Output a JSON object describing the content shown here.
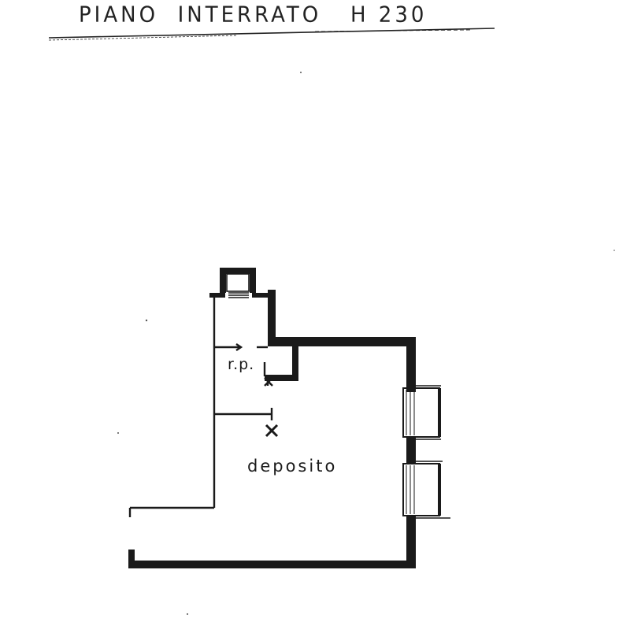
{
  "header": {
    "title": "PIANO  INTERRATO   H 230"
  },
  "plan": {
    "room_label": "deposito",
    "small_room_label": "r.p."
  },
  "colors": {
    "ink": "#1a1a1a",
    "paper": "#ffffff"
  }
}
